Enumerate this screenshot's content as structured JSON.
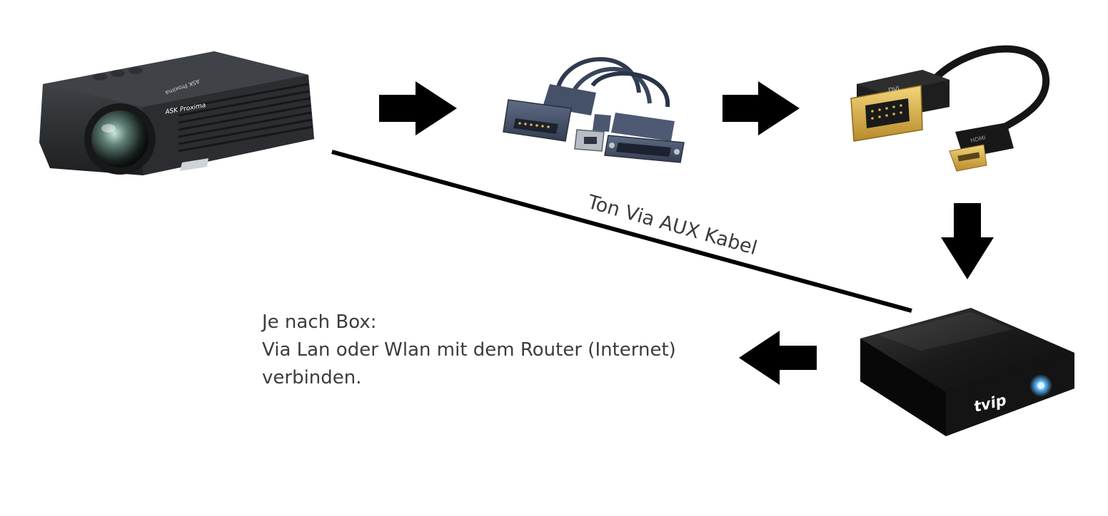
{
  "labels": {
    "cable": "Ton Via AUX Kabel",
    "note_lines": [
      "Je nach Box:",
      "Via Lan oder Wlan mit dem Router (Internet)",
      "verbinden."
    ]
  },
  "device_marks": {
    "projector_brand": "ASK Proxima",
    "projector_top_brand": "ASK Proxima",
    "box_brand": "tvip",
    "hdmi_plug_text": "HDMI",
    "dvi_socket_text": "DVI"
  },
  "icons": {
    "projector": "projector-icon",
    "dvi_splitter": "dvi-splitter-cable-icon",
    "dvi_hdmi_adapter": "dvi-to-hdmi-adapter-icon",
    "tv_box": "tv-box-icon",
    "arrow": "arrow-icon"
  },
  "colors": {
    "text": "#3c3c3c",
    "arrow": "#000000",
    "cable_line": "#000000",
    "device_dark": "#2a2a2a",
    "connector_gold": "#d8b04a",
    "led_blue": "#5ab8ff"
  }
}
